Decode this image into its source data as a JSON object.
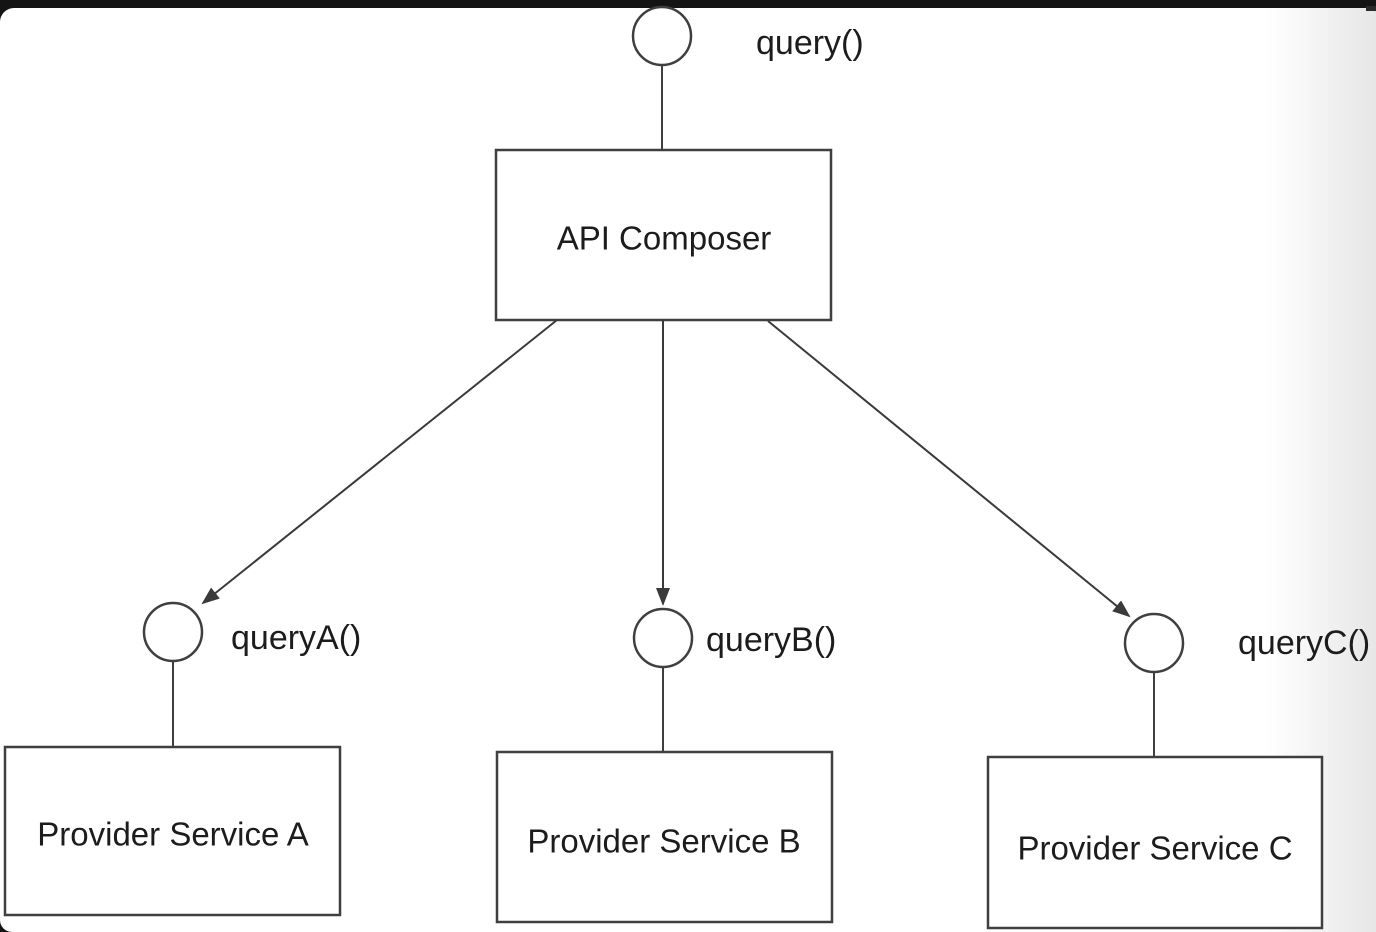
{
  "frame": {
    "top_bar_color": "#141414",
    "canvas_color": "#ffffff",
    "right_shade_color": "#e6e6e6"
  },
  "colors": {
    "line": "#3f3f3f",
    "text": "#1c1c1c"
  },
  "diagram": {
    "consumer_interface": {
      "label": "query()"
    },
    "composer": {
      "label": "API Composer"
    },
    "providers": [
      {
        "interface_label": "queryA()",
        "service_label": "Provider Service A"
      },
      {
        "interface_label": "queryB()",
        "service_label": "Provider Service B"
      },
      {
        "interface_label": "queryC()",
        "service_label": "Provider Service C"
      }
    ]
  }
}
